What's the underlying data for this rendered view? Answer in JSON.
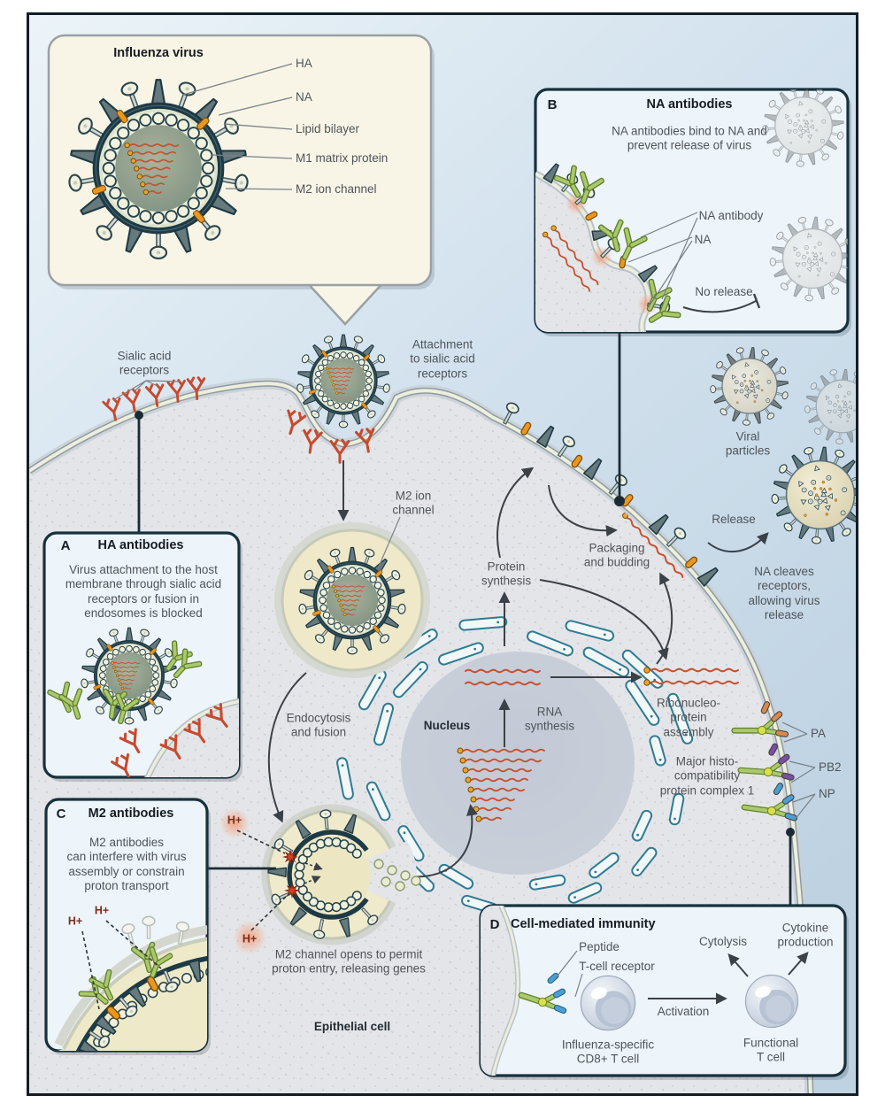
{
  "inset": {
    "title": "Influenza virus",
    "labels": [
      "HA",
      "NA",
      "Lipid bilayer",
      "M1 matrix protein",
      "M2 ion channel"
    ]
  },
  "panels": {
    "a": {
      "letter": "A",
      "title": "HA antibodies",
      "text": "Virus attachment to the host\nmembrane through sialic acid\nreceptors or fusion in\nendosomes is blocked"
    },
    "b": {
      "letter": "B",
      "title": "NA antibodies",
      "text": "NA antibodies bind to NA and\nprevent release of virus",
      "na_antibody": "NA antibody",
      "na": "NA",
      "no_release": "No release"
    },
    "c": {
      "letter": "C",
      "title": "M2 antibodies",
      "text": "M2 antibodies\ncan interfere with virus\nassembly or constrain\nproton transport"
    },
    "d": {
      "letter": "D",
      "title": "Cell-mediated immunity",
      "peptide": "Peptide",
      "tcr": "T-cell receptor",
      "activation": "Activation",
      "cytolysis": "Cytolysis",
      "cytokine": "Cytokine\nproduction",
      "cd8": "Influenza-specific\nCD8+ T cell",
      "functional": "Functional\nT cell"
    }
  },
  "labels": {
    "sialic": "Sialic acid\nreceptors",
    "attachment": "Attachment\nto sialic acid\nreceptors",
    "m2_channel": "M2 ion\nchannel",
    "endocytosis": "Endocytosis\nand fusion",
    "nucleus": "Nucleus",
    "rna_synthesis": "RNA\nsynthesis",
    "protein_synthesis": "Protein\nsynthesis",
    "packaging": "Packaging\nand budding",
    "release": "Release",
    "viral_particles": "Viral\nparticles",
    "na_cleaves": "NA cleaves\nreceptors,\nallowing virus\nrelease",
    "rnp_assembly": "Ribonucleo-\nprotein\nassembly",
    "mhc": "Major histo-\ncompatibility\nprotein complex 1",
    "pa": "PA",
    "pb2": "PB2",
    "np": "NP",
    "m2_opens": "M2 channel opens to permit\nproton entry, releasing genes",
    "epithelial": "Epithelial cell",
    "h_plus": "H+"
  },
  "colors": {
    "accent_red": "#c64a2e",
    "antibody_green": "#a9c96a",
    "m2_orange": "#e9971f",
    "membrane_teal": "#1d3a45",
    "panel_border": "#16313d",
    "background_blue": "#cfe0ec",
    "cell_gray": "#e3e4e6",
    "endosome_yellow": "#efe9c9",
    "pa_peptide": "#d9884e",
    "pb2_peptide": "#7b4f9e",
    "np_peptide": "#4a9fd4"
  }
}
